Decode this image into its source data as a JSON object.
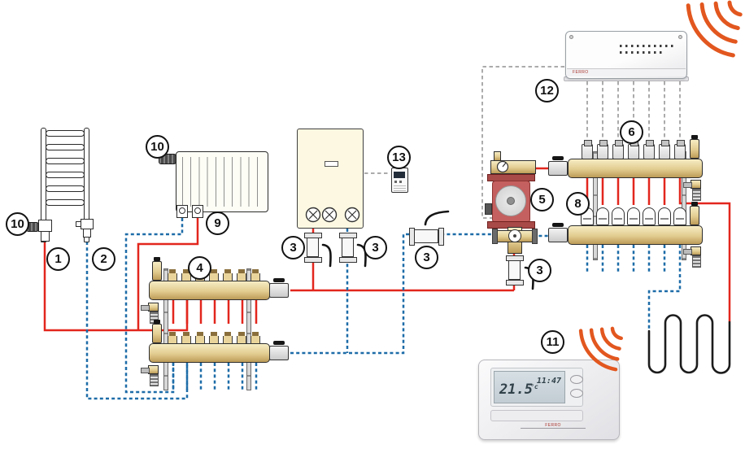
{
  "callouts": {
    "c1": "1",
    "c2": "2",
    "c3a": "3",
    "c3b": "3",
    "c3c": "3",
    "c3d": "3",
    "c4": "4",
    "c5": "5",
    "c6": "6",
    "c8": "8",
    "c9": "9",
    "c10a": "10",
    "c10b": "10",
    "c11": "11",
    "c12": "12",
    "c13": "13"
  },
  "thermostat": {
    "temperature": "21.5",
    "degree_unit": "°c",
    "time": "11:47",
    "brand_label": "FERRO"
  },
  "controller": {
    "brand_label": "FERRO"
  },
  "colors": {
    "supply_pipe": "#e2261d",
    "return_pipe": "#1d6ca8",
    "control_wire": "#8f8f8f",
    "wireless_signal": "#e2571f",
    "manifold_brass": "#e2cc90",
    "pump_body": "#c4605f"
  },
  "icons": {
    "controller_wireless": "wifi-signal-icon",
    "thermostat_wireless": "wifi-signal-icon"
  }
}
